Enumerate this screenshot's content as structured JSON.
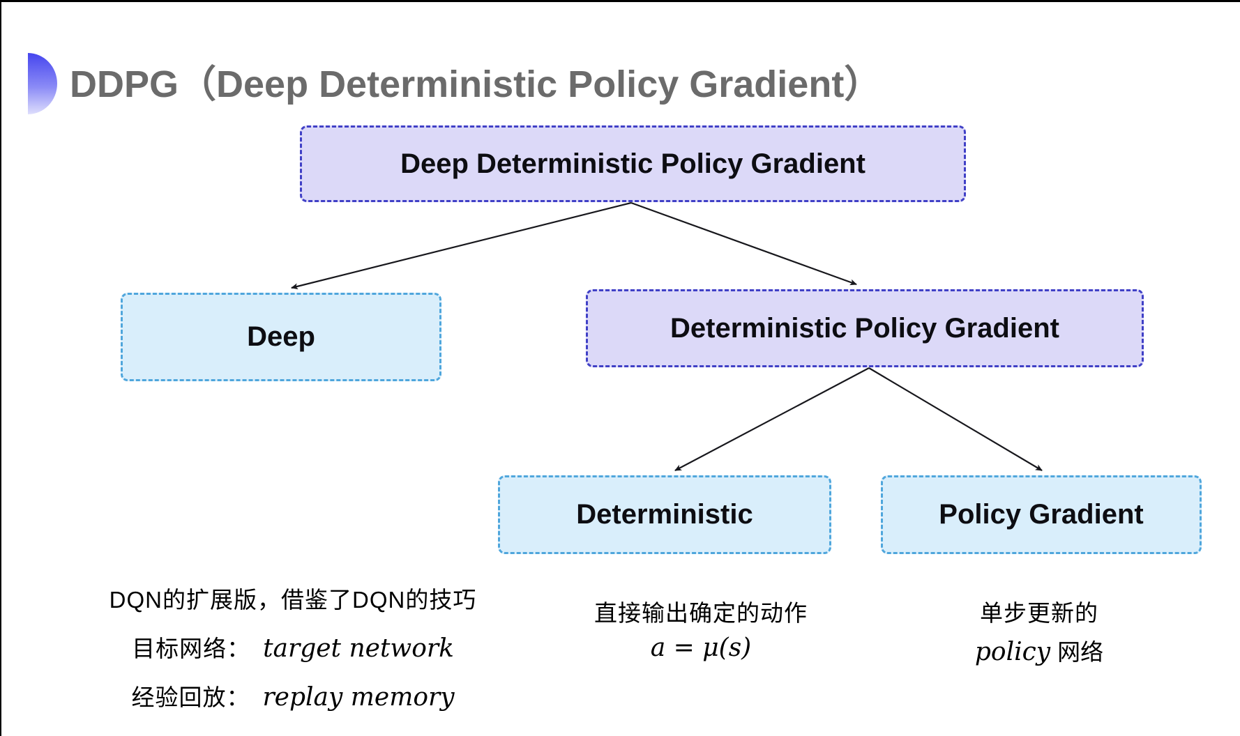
{
  "slide": {
    "title": "DDPG（Deep Deterministic Policy Gradient）"
  },
  "nodes": {
    "ddpg": {
      "label": "Deep Deterministic Policy Gradient"
    },
    "deep": {
      "label": "Deep"
    },
    "dpg": {
      "label": "Deterministic Policy Gradient"
    },
    "deterministic": {
      "label": "Deterministic"
    },
    "pg": {
      "label": "Policy Gradient"
    }
  },
  "edges": [
    {
      "from": "ddpg",
      "to": "deep"
    },
    {
      "from": "ddpg",
      "to": "dpg"
    },
    {
      "from": "dpg",
      "to": "deterministic"
    },
    {
      "from": "dpg",
      "to": "pg"
    }
  ],
  "annotations": {
    "deep": {
      "line1": "DQN的扩展版，借鉴了DQN的技巧",
      "line2_cn": "目标网络：",
      "line2_en": "target network",
      "line3_cn": "经验回放：",
      "line3_en": "replay memory"
    },
    "deterministic": {
      "line1": "直接输出确定的动作",
      "formula": "a = μ(s)"
    },
    "pg": {
      "line1": "单步更新的",
      "line2_en": "policy",
      "line2_cn": "网络"
    }
  },
  "colors": {
    "purple_fill": "#dcd9f8",
    "purple_border": "#4040c6",
    "cyan_fill": "#d9eefb",
    "cyan_border": "#4fa6dc",
    "title_color": "#6b6b6b",
    "node_text": "#0d0d12",
    "arrow": "#17171c"
  }
}
